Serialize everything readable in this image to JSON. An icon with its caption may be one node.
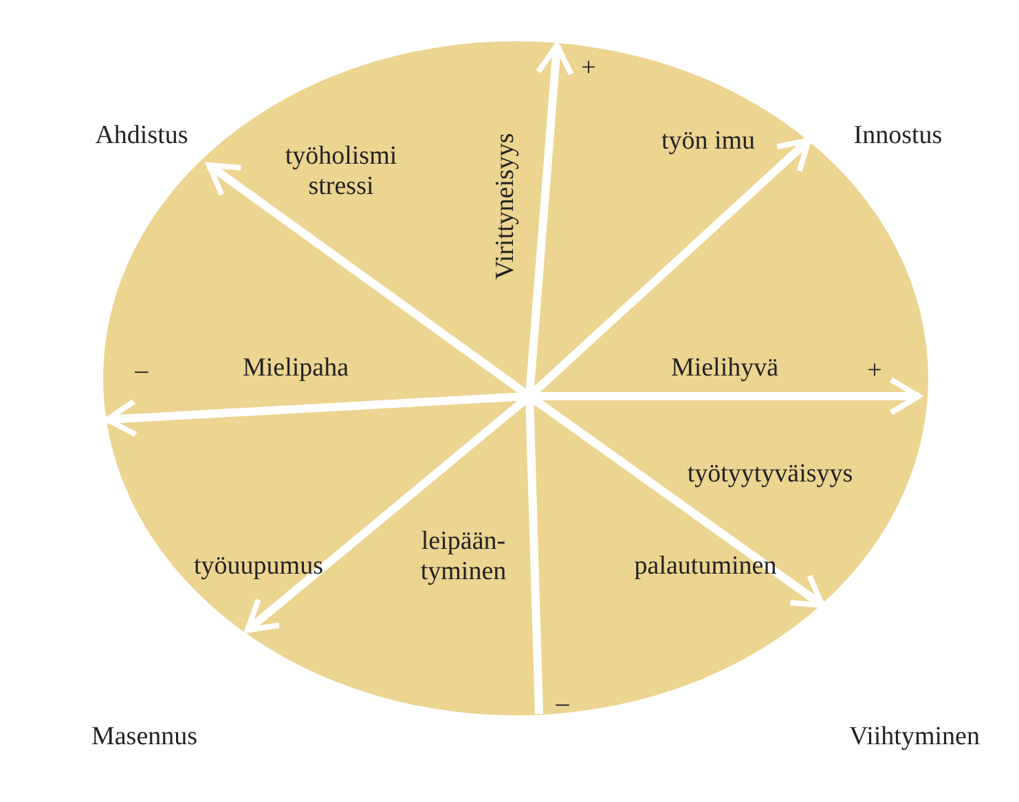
{
  "diagram": {
    "nodes": [
      {
        "text": [
          "Virittyneisyys",
          "työholismi stressi",
          "työn imu",
          "Mielipaha",
          "Mielihyvä",
          "työtyytyväisyys",
          "työuupumus",
          "leipään- tyminen",
          "palautuminen"
        ]
      },
      {
        "text": [
          "Ahdistus"
        ]
      },
      {
        "text": [
          "Innostus"
        ]
      },
      {
        "text": [
          "Masennus"
        ]
      },
      {
        "text": [
          "Viihtyminen"
        ]
      },
      {
        "text": [
          "+"
        ],
        "in": 0
      },
      {
        "text": [
          "–"
        ],
        "in": 0
      },
      {
        "text": [
          "+"
        ],
        "in": 0
      },
      {
        "text": [
          "–"
        ],
        "in": 0
      }
    ],
    "edges": [
      {
        "from": null,
        "to": 1,
        "arrow": "to"
      },
      {
        "from": null,
        "to": 2,
        "arrow": "to"
      },
      {
        "from": null,
        "to": 3,
        "arrow": "to"
      },
      {
        "from": null,
        "to": 4,
        "arrow": "to"
      },
      {
        "from": null,
        "to": 5,
        "arrow": "to"
      },
      {
        "from": null,
        "to": 6,
        "arrow": "to"
      },
      {
        "from": null,
        "to": 7,
        "arrow": "to"
      },
      {
        "from": null,
        "to": 8,
        "arrow": "none"
      }
    ]
  }
}
